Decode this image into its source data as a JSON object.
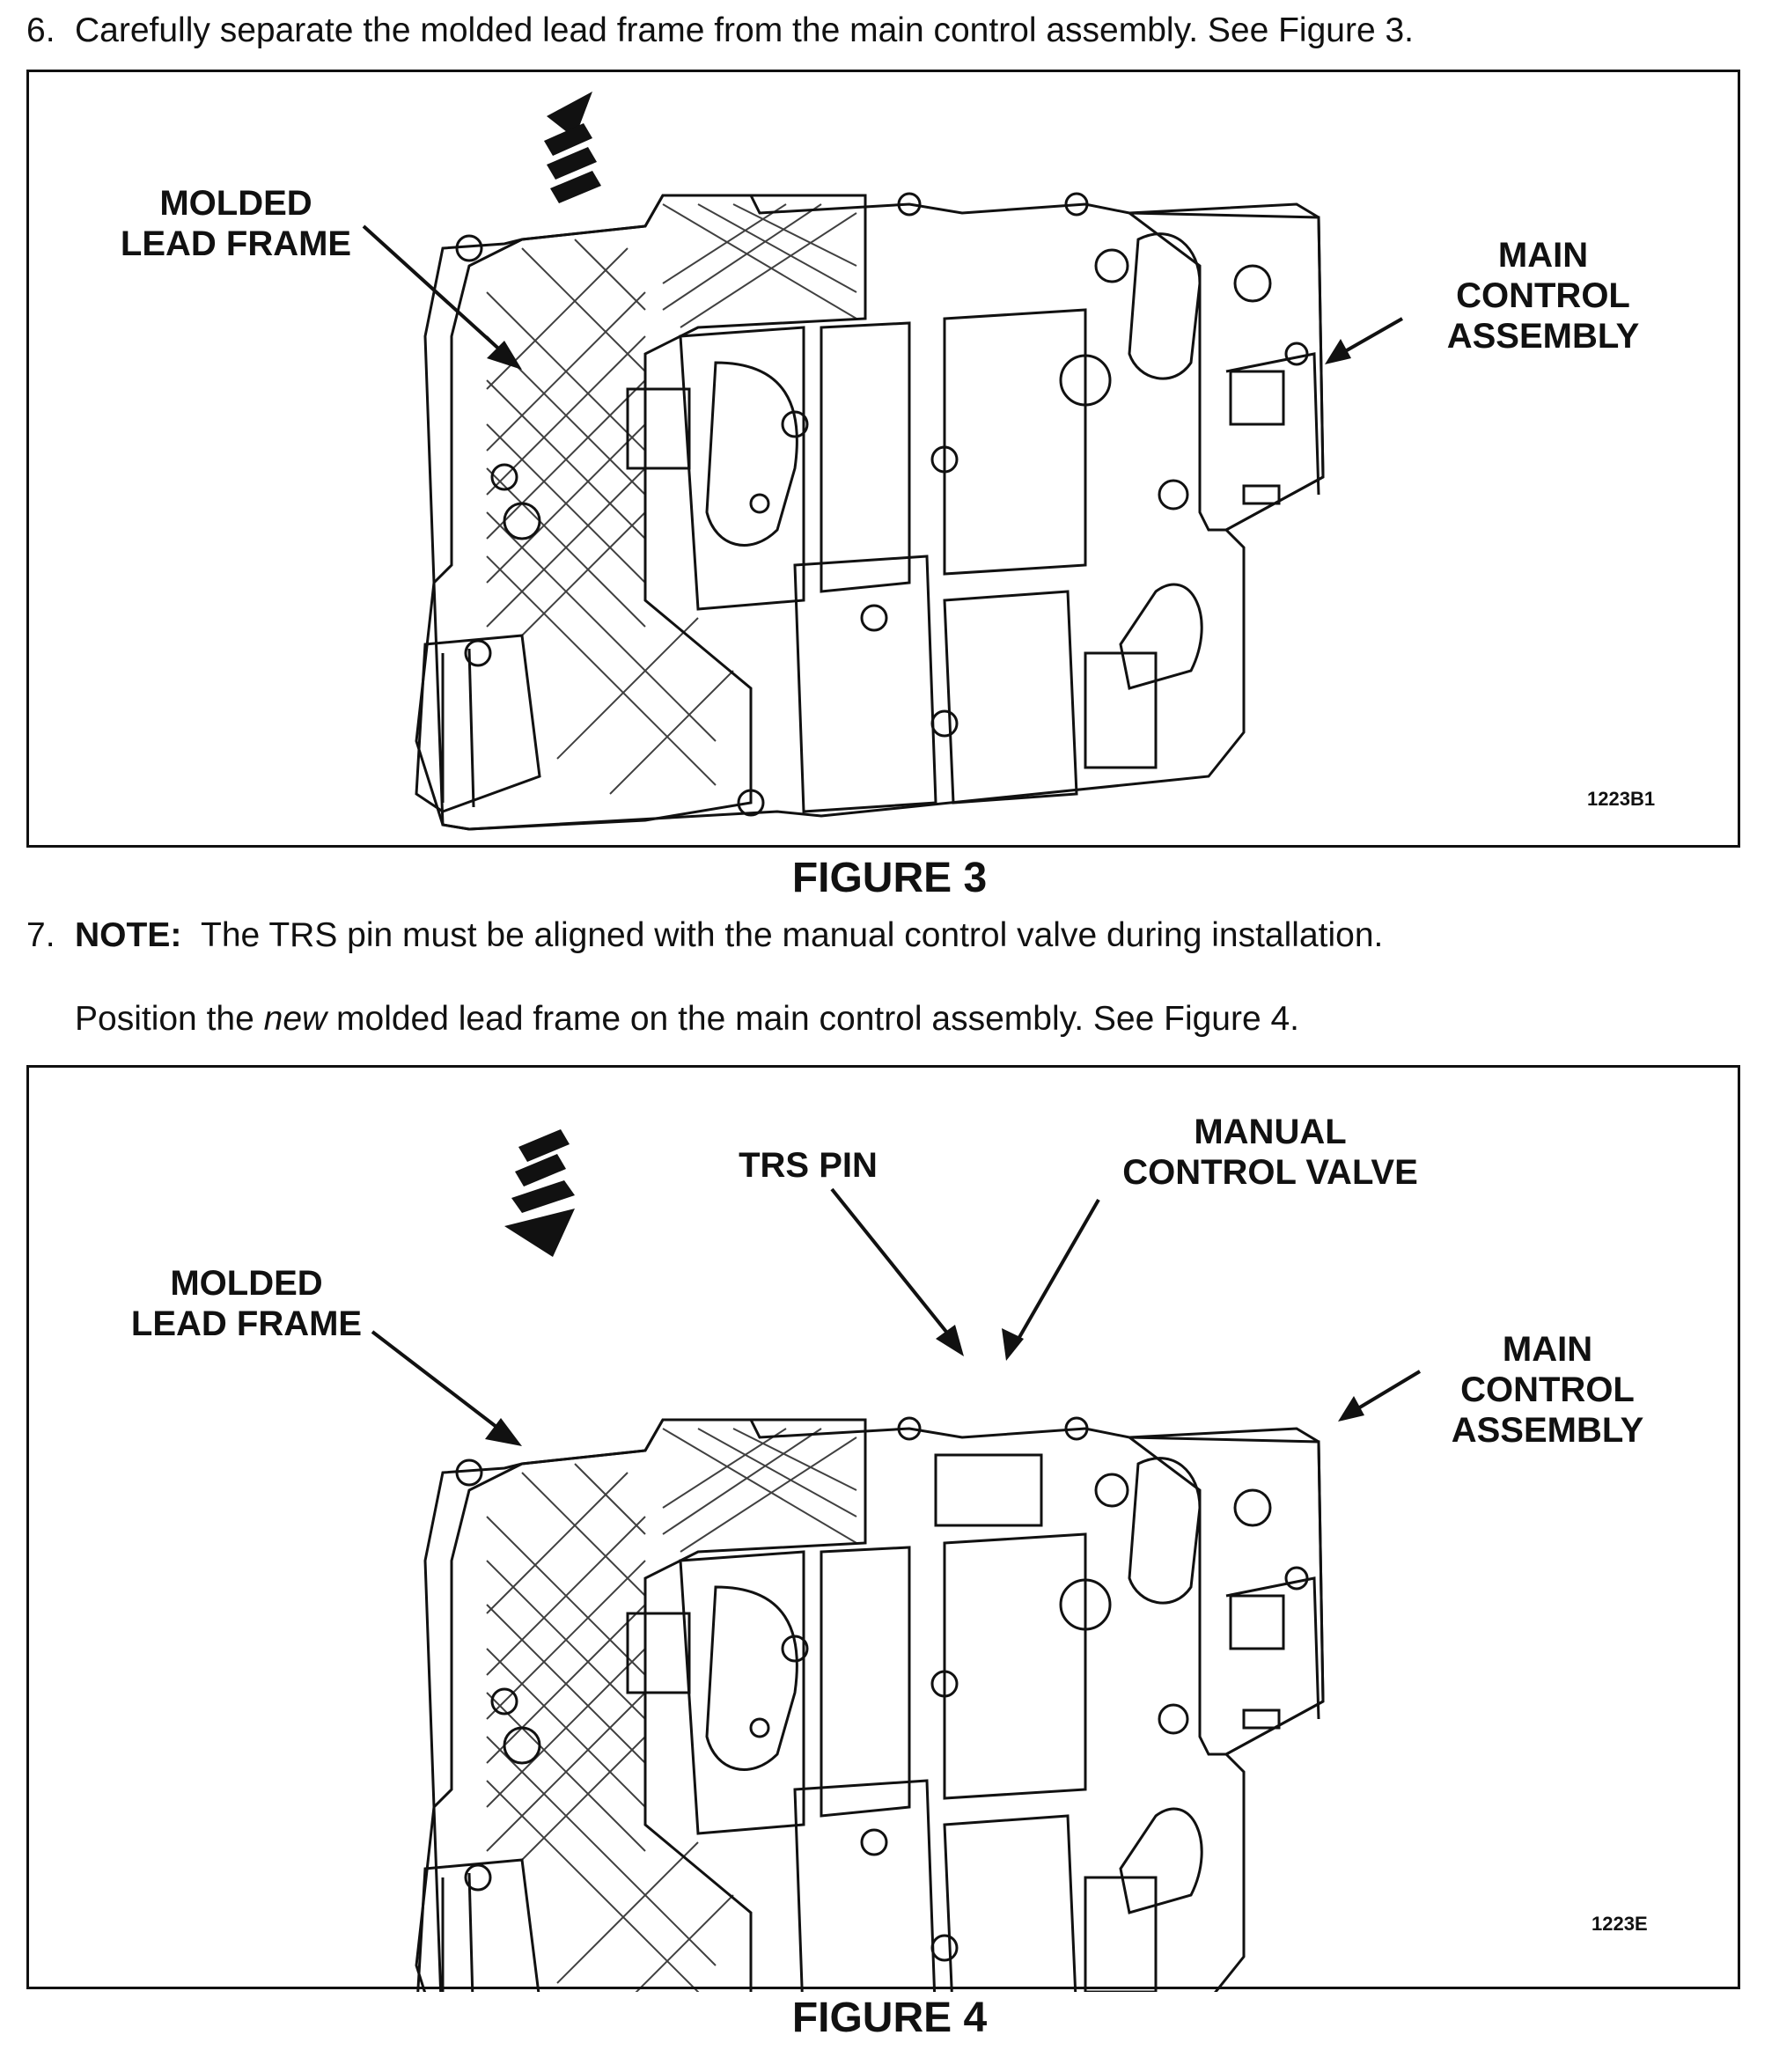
{
  "step6": {
    "number": "6.",
    "text": "Carefully separate the molded lead frame from the main control assembly.  See Figure 3."
  },
  "figure3": {
    "callouts": {
      "molded_lead_frame": [
        "MOLDED",
        "LEAD FRAME"
      ],
      "main_control_assembly": [
        "MAIN",
        "CONTROL",
        "ASSEMBLY"
      ]
    },
    "art_id": "1223B1",
    "caption": "FIGURE 3"
  },
  "step7": {
    "number": "7.",
    "note_label": "NOTE:",
    "note_text": "The TRS pin must be aligned with the manual control valve during installation.",
    "para_before": "Position the ",
    "para_italic": "new",
    "para_after": " molded lead frame on the main control assembly.  See Figure 4."
  },
  "figure4": {
    "callouts": {
      "trs_pin": "TRS PIN",
      "manual_control_valve": [
        "MANUAL",
        "CONTROL VALVE"
      ],
      "molded_lead_frame": [
        "MOLDED",
        "LEAD FRAME"
      ],
      "main_control_assembly": [
        "MAIN",
        "CONTROL",
        "ASSEMBLY"
      ]
    },
    "art_id": "1223E",
    "caption": "FIGURE 4"
  }
}
